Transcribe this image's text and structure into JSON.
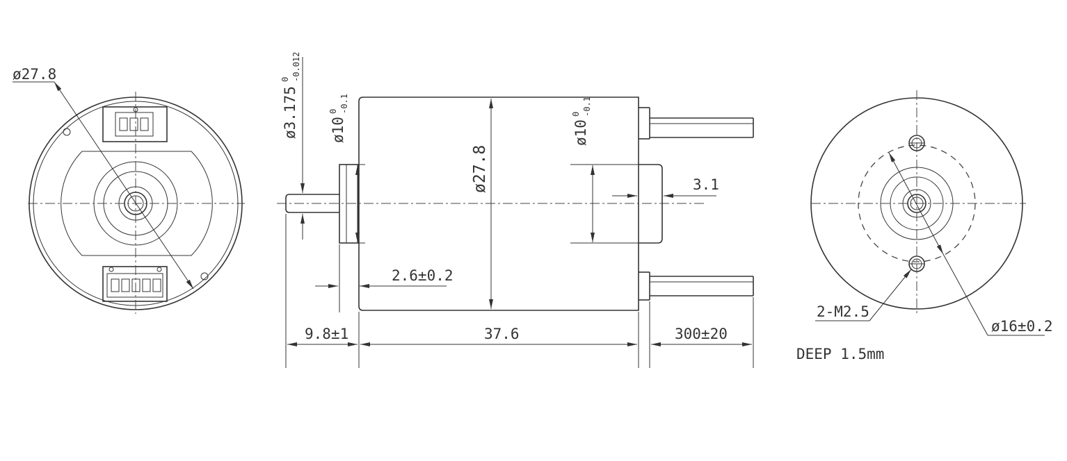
{
  "labels": {
    "front_diameter": "ø27.8",
    "shaft_diameter": "ø3.175",
    "shaft_tol_upper": "0",
    "shaft_tol_lower": "-0.012",
    "boss_front_diameter": "ø10",
    "boss_front_tol_upper": "0",
    "boss_front_tol_lower": "-0.1",
    "body_diameter": "ø27.8",
    "boss_rear_diameter": "ø10",
    "boss_rear_tol_upper": "0",
    "boss_rear_tol_lower": "-0.1",
    "rear_protrusion": "3.1",
    "boss_length": "2.6±0.2",
    "shaft_length": "9.8±1",
    "body_length": "37.6",
    "lead_length": "300±20",
    "thread_callout": "2-M2.5",
    "pcd": "ø16±0.2",
    "deep_note": "DEEP 1.5mm"
  },
  "colors": {
    "line": "#333333",
    "background": "#ffffff"
  }
}
